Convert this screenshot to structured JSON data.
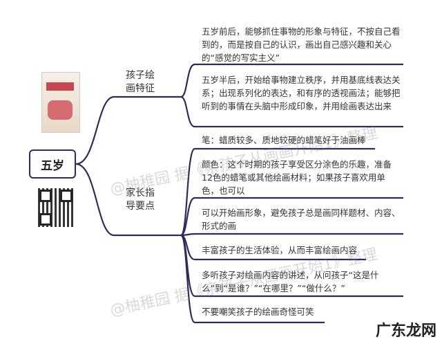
{
  "root": {
    "label": "五岁"
  },
  "branches": [
    {
      "label": "孩子绘画特征",
      "leaves": [
        "五岁前后，能够抓住事物的形象与特征，不按自己看到的，而是按自己的认识，画出自己感兴趣和关心的“感觉的写实主义”",
        "五岁半后，开始给事物建立秩序，并用基底线表达关系；出现系列化的表达，和有序的透视画法；能够把听到的事情在头脑中形成印象，并用绘画表达出来"
      ]
    },
    {
      "label": "家长指导要点",
      "leaves": [
        "笔：蜡质较多、质地较硬的蜡笔好于油画棒",
        "颜色：这个时期的孩子享受区分涂色的乐趣，准备12色的蜡笔或其他绘画材料；如果孩子喜欢用单色，也可以",
        "可以开始画形象，避免孩子总是画同样题材、内容、形式的画",
        "丰富孩子的生活体验，从而丰富绘画内容",
        "多听孩子对绘画内容的讲述，从问孩子“这是什么”到“是谁？”“在哪里？”“做什么？”",
        "不要嘲笑孩子的绘画奇怪可笑"
      ]
    }
  ],
  "watermark": "@柚稚园 据《亲孩子从画画开始1》整理",
  "logo": "广东龙网",
  "colors": {
    "line": "#2e2a5c"
  }
}
